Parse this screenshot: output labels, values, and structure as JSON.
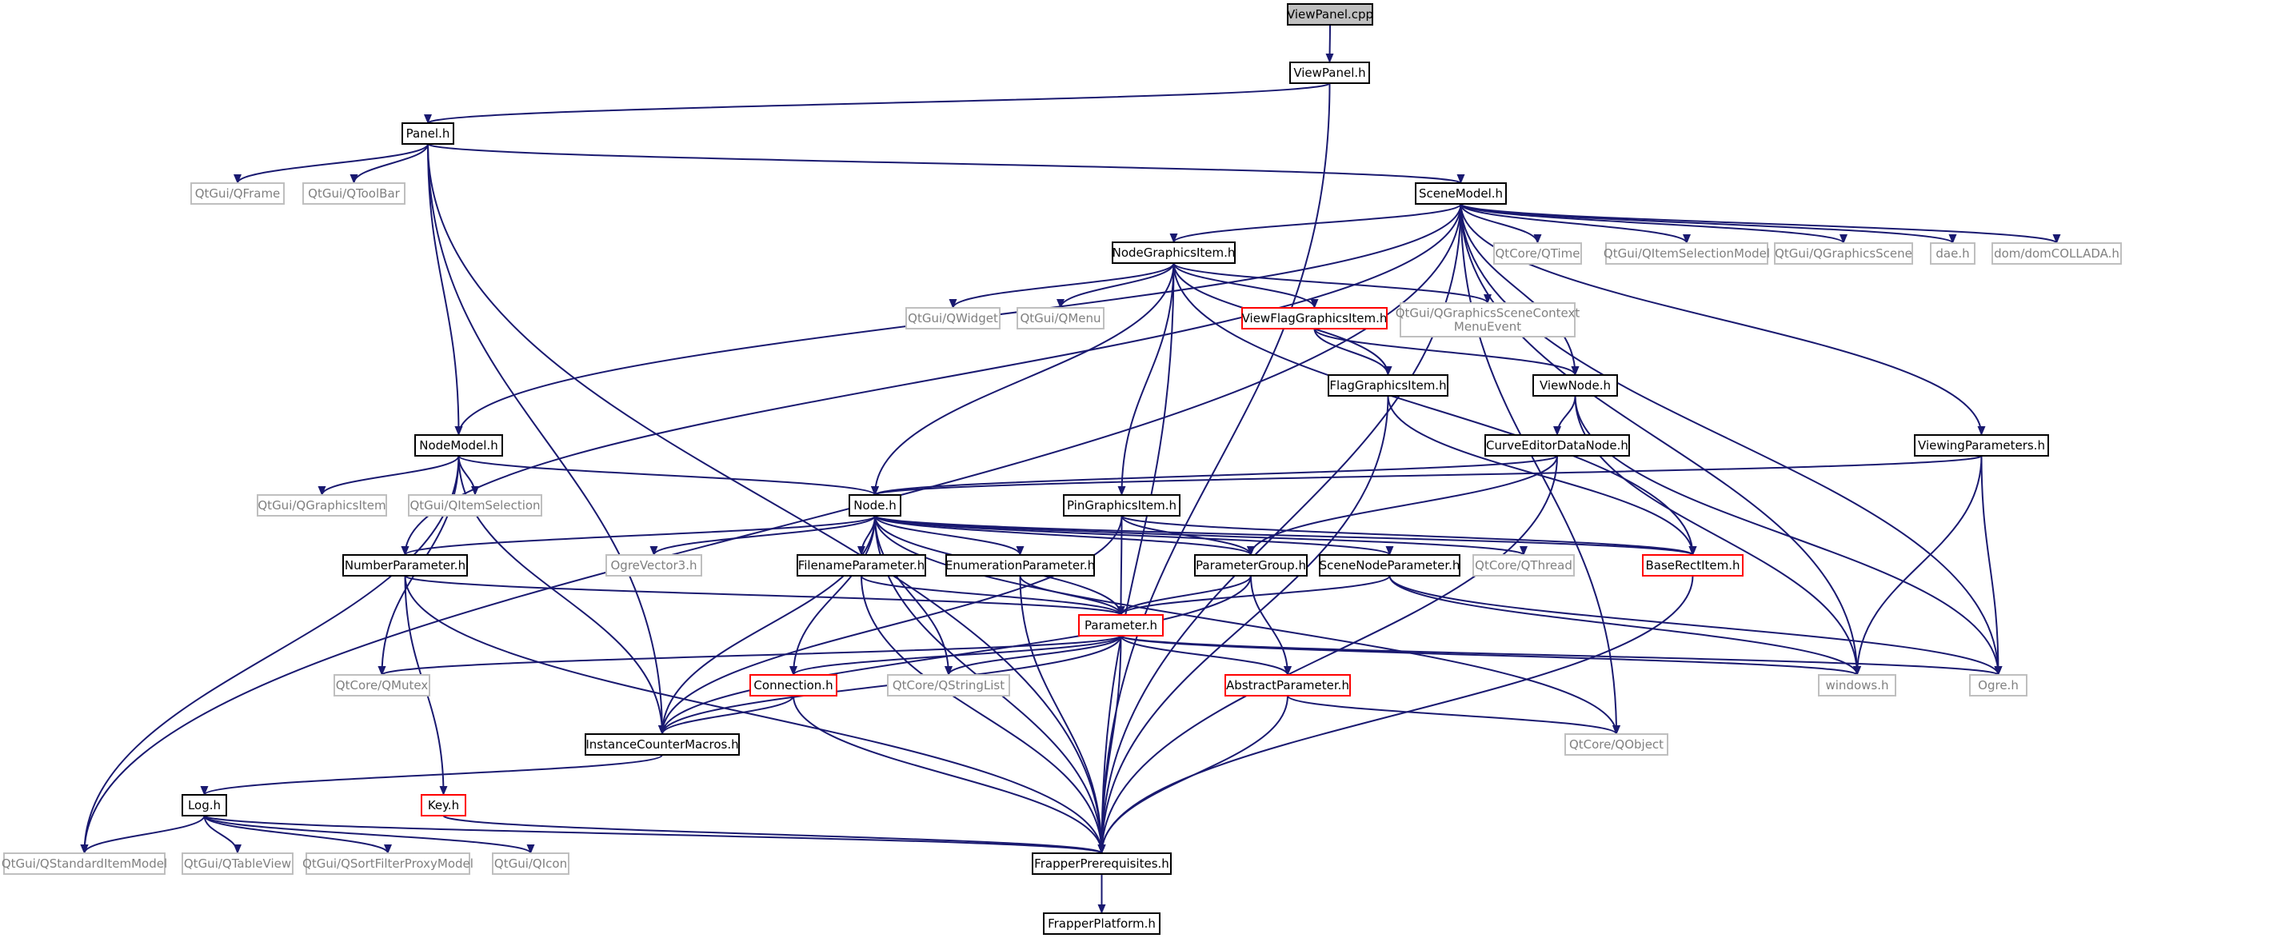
{
  "diagram": {
    "colors": {
      "edge": "#191970",
      "border_normal": "#000000",
      "border_truncated": "#ff0000",
      "border_external": "#bfbfbf",
      "text_normal": "#000000",
      "text_external": "#808080",
      "root_fill": "#bfbfbf"
    },
    "nodes": [
      {
        "id": "ViewPanel_cpp",
        "lines": [
          "ViewPanel.cpp"
        ],
        "kind": "root"
      },
      {
        "id": "ViewPanel_h",
        "lines": [
          "ViewPanel.h"
        ],
        "kind": "normal"
      },
      {
        "id": "Panel_h",
        "lines": [
          "Panel.h"
        ],
        "kind": "normal"
      },
      {
        "id": "QFrame",
        "lines": [
          "QtGui/QFrame"
        ],
        "kind": "external"
      },
      {
        "id": "QToolBar",
        "lines": [
          "QtGui/QToolBar"
        ],
        "kind": "external"
      },
      {
        "id": "SceneModel_h",
        "lines": [
          "SceneModel.h"
        ],
        "kind": "normal"
      },
      {
        "id": "NodeGraphicsItem_h",
        "lines": [
          "NodeGraphicsItem.h"
        ],
        "kind": "normal"
      },
      {
        "id": "QTime",
        "lines": [
          "QtCore/QTime"
        ],
        "kind": "external"
      },
      {
        "id": "QItemSelectionModel",
        "lines": [
          "QtGui/QItemSelectionModel"
        ],
        "kind": "external"
      },
      {
        "id": "QGraphicsScene",
        "lines": [
          "QtGui/QGraphicsScene"
        ],
        "kind": "external"
      },
      {
        "id": "dae_h",
        "lines": [
          "dae.h"
        ],
        "kind": "external"
      },
      {
        "id": "domCOLLADA",
        "lines": [
          "dom/domCOLLADA.h"
        ],
        "kind": "external"
      },
      {
        "id": "QWidget",
        "lines": [
          "QtGui/QWidget"
        ],
        "kind": "external"
      },
      {
        "id": "QMenu",
        "lines": [
          "QtGui/QMenu"
        ],
        "kind": "external"
      },
      {
        "id": "ViewFlagGraphicsItem_h",
        "lines": [
          "ViewFlagGraphicsItem.h"
        ],
        "kind": "truncated"
      },
      {
        "id": "QGraphicsSceneContextMenuEvent",
        "lines": [
          "QtGui/QGraphicsSceneContext",
          "MenuEvent"
        ],
        "kind": "external"
      },
      {
        "id": "FlagGraphicsItem_h",
        "lines": [
          "FlagGraphicsItem.h"
        ],
        "kind": "normal"
      },
      {
        "id": "ViewNode_h",
        "lines": [
          "ViewNode.h"
        ],
        "kind": "normal"
      },
      {
        "id": "NodeModel_h",
        "lines": [
          "NodeModel.h"
        ],
        "kind": "normal"
      },
      {
        "id": "CurveEditorDataNode_h",
        "lines": [
          "CurveEditorDataNode.h"
        ],
        "kind": "normal"
      },
      {
        "id": "ViewingParameters_h",
        "lines": [
          "ViewingParameters.h"
        ],
        "kind": "normal"
      },
      {
        "id": "QGraphicsItem",
        "lines": [
          "QtGui/QGraphicsItem"
        ],
        "kind": "external"
      },
      {
        "id": "QItemSelection",
        "lines": [
          "QtGui/QItemSelection"
        ],
        "kind": "external"
      },
      {
        "id": "Node_h",
        "lines": [
          "Node.h"
        ],
        "kind": "normal"
      },
      {
        "id": "PinGraphicsItem_h",
        "lines": [
          "PinGraphicsItem.h"
        ],
        "kind": "normal"
      },
      {
        "id": "NumberParameter_h",
        "lines": [
          "NumberParameter.h"
        ],
        "kind": "normal"
      },
      {
        "id": "OgreVector3_h",
        "lines": [
          "OgreVector3.h"
        ],
        "kind": "external"
      },
      {
        "id": "FilenameParameter_h",
        "lines": [
          "FilenameParameter.h"
        ],
        "kind": "normal"
      },
      {
        "id": "EnumerationParameter_h",
        "lines": [
          "EnumerationParameter.h"
        ],
        "kind": "normal"
      },
      {
        "id": "ParameterGroup_h",
        "lines": [
          "ParameterGroup.h"
        ],
        "kind": "normal"
      },
      {
        "id": "SceneNodeParameter_h",
        "lines": [
          "SceneNodeParameter.h"
        ],
        "kind": "normal"
      },
      {
        "id": "QThread",
        "lines": [
          "QtCore/QThread"
        ],
        "kind": "external"
      },
      {
        "id": "BaseRectItem_h",
        "lines": [
          "BaseRectItem.h"
        ],
        "kind": "truncated"
      },
      {
        "id": "Parameter_h",
        "lines": [
          "Parameter.h"
        ],
        "kind": "truncated"
      },
      {
        "id": "QMutex",
        "lines": [
          "QtCore/QMutex"
        ],
        "kind": "external"
      },
      {
        "id": "Connection_h",
        "lines": [
          "Connection.h"
        ],
        "kind": "truncated"
      },
      {
        "id": "QStringList",
        "lines": [
          "QtCore/QStringList"
        ],
        "kind": "external"
      },
      {
        "id": "AbstractParameter_h",
        "lines": [
          "AbstractParameter.h"
        ],
        "kind": "truncated"
      },
      {
        "id": "windows_h",
        "lines": [
          "windows.h"
        ],
        "kind": "external"
      },
      {
        "id": "Ogre_h",
        "lines": [
          "Ogre.h"
        ],
        "kind": "external"
      },
      {
        "id": "InstanceCounterMacros_h",
        "lines": [
          "InstanceCounterMacros.h"
        ],
        "kind": "normal"
      },
      {
        "id": "QObject",
        "lines": [
          "QtCore/QObject"
        ],
        "kind": "external"
      },
      {
        "id": "Log_h",
        "lines": [
          "Log.h"
        ],
        "kind": "normal"
      },
      {
        "id": "Key_h",
        "lines": [
          "Key.h"
        ],
        "kind": "truncated"
      },
      {
        "id": "QStandardItemModel",
        "lines": [
          "QtGui/QStandardItemModel"
        ],
        "kind": "external"
      },
      {
        "id": "QTableView",
        "lines": [
          "QtGui/QTableView"
        ],
        "kind": "external"
      },
      {
        "id": "QSortFilterProxyModel",
        "lines": [
          "QtGui/QSortFilterProxyModel"
        ],
        "kind": "external"
      },
      {
        "id": "QIcon",
        "lines": [
          "QtGui/QIcon"
        ],
        "kind": "external"
      },
      {
        "id": "FrapperPrerequisites_h",
        "lines": [
          "FrapperPrerequisites.h"
        ],
        "kind": "normal"
      },
      {
        "id": "FrapperPlatform_h",
        "lines": [
          "FrapperPlatform.h"
        ],
        "kind": "normal"
      }
    ],
    "edges": [
      [
        "ViewPanel_cpp",
        "ViewPanel_h"
      ],
      [
        "ViewPanel_h",
        "Panel_h"
      ],
      [
        "ViewPanel_h",
        "FrapperPrerequisites_h"
      ],
      [
        "Panel_h",
        "QFrame"
      ],
      [
        "Panel_h",
        "QToolBar"
      ],
      [
        "Panel_h",
        "SceneModel_h"
      ],
      [
        "Panel_h",
        "NodeModel_h"
      ],
      [
        "Panel_h",
        "InstanceCounterMacros_h"
      ],
      [
        "Panel_h",
        "FrapperPrerequisites_h"
      ],
      [
        "SceneModel_h",
        "NodeGraphicsItem_h"
      ],
      [
        "SceneModel_h",
        "QTime"
      ],
      [
        "SceneModel_h",
        "QItemSelectionModel"
      ],
      [
        "SceneModel_h",
        "QGraphicsScene"
      ],
      [
        "SceneModel_h",
        "dae_h"
      ],
      [
        "SceneModel_h",
        "domCOLLADA"
      ],
      [
        "SceneModel_h",
        "NodeModel_h"
      ],
      [
        "SceneModel_h",
        "ViewNode_h"
      ],
      [
        "SceneModel_h",
        "ViewingParameters_h"
      ],
      [
        "SceneModel_h",
        "NumberParameter_h"
      ],
      [
        "SceneModel_h",
        "windows_h"
      ],
      [
        "SceneModel_h",
        "Ogre_h"
      ],
      [
        "SceneModel_h",
        "QObject"
      ],
      [
        "SceneModel_h",
        "QStandardItemModel"
      ],
      [
        "SceneModel_h",
        "FrapperPrerequisites_h"
      ],
      [
        "NodeGraphicsItem_h",
        "QWidget"
      ],
      [
        "NodeGraphicsItem_h",
        "QMenu"
      ],
      [
        "NodeGraphicsItem_h",
        "ViewFlagGraphicsItem_h"
      ],
      [
        "NodeGraphicsItem_h",
        "QGraphicsSceneContextMenuEvent"
      ],
      [
        "NodeGraphicsItem_h",
        "FlagGraphicsItem_h"
      ],
      [
        "NodeGraphicsItem_h",
        "Node_h"
      ],
      [
        "NodeGraphicsItem_h",
        "PinGraphicsItem_h"
      ],
      [
        "NodeGraphicsItem_h",
        "BaseRectItem_h"
      ],
      [
        "NodeGraphicsItem_h",
        "FrapperPrerequisites_h"
      ],
      [
        "ViewFlagGraphicsItem_h",
        "FlagGraphicsItem_h"
      ],
      [
        "ViewFlagGraphicsItem_h",
        "ViewNode_h"
      ],
      [
        "FlagGraphicsItem_h",
        "BaseRectItem_h"
      ],
      [
        "FlagGraphicsItem_h",
        "FrapperPrerequisites_h"
      ],
      [
        "ViewNode_h",
        "CurveEditorDataNode_h"
      ],
      [
        "ViewNode_h",
        "windows_h"
      ],
      [
        "ViewNode_h",
        "Ogre_h"
      ],
      [
        "CurveEditorDataNode_h",
        "Node_h"
      ],
      [
        "CurveEditorDataNode_h",
        "ParameterGroup_h"
      ],
      [
        "CurveEditorDataNode_h",
        "FrapperPrerequisites_h"
      ],
      [
        "ViewingParameters_h",
        "Node_h"
      ],
      [
        "ViewingParameters_h",
        "windows_h"
      ],
      [
        "ViewingParameters_h",
        "Ogre_h"
      ],
      [
        "NodeModel_h",
        "QGraphicsItem"
      ],
      [
        "NodeModel_h",
        "QItemSelection"
      ],
      [
        "NodeModel_h",
        "Node_h"
      ],
      [
        "NodeModel_h",
        "QMutex"
      ],
      [
        "NodeModel_h",
        "InstanceCounterMacros_h"
      ],
      [
        "NodeModel_h",
        "QStandardItemModel"
      ],
      [
        "Node_h",
        "NumberParameter_h"
      ],
      [
        "Node_h",
        "OgreVector3_h"
      ],
      [
        "Node_h",
        "FilenameParameter_h"
      ],
      [
        "Node_h",
        "EnumerationParameter_h"
      ],
      [
        "Node_h",
        "ParameterGroup_h"
      ],
      [
        "Node_h",
        "SceneNodeParameter_h"
      ],
      [
        "Node_h",
        "QThread"
      ],
      [
        "Node_h",
        "BaseRectItem_h"
      ],
      [
        "Node_h",
        "Parameter_h"
      ],
      [
        "Node_h",
        "Connection_h"
      ],
      [
        "Node_h",
        "QStringList"
      ],
      [
        "Node_h",
        "InstanceCounterMacros_h"
      ],
      [
        "Node_h",
        "QObject"
      ],
      [
        "Node_h",
        "FrapperPrerequisites_h"
      ],
      [
        "PinGraphicsItem_h",
        "Parameter_h"
      ],
      [
        "PinGraphicsItem_h",
        "ParameterGroup_h"
      ],
      [
        "PinGraphicsItem_h",
        "BaseRectItem_h"
      ],
      [
        "PinGraphicsItem_h",
        "InstanceCounterMacros_h"
      ],
      [
        "NumberParameter_h",
        "Parameter_h"
      ],
      [
        "NumberParameter_h",
        "Key_h"
      ],
      [
        "NumberParameter_h",
        "FrapperPrerequisites_h"
      ],
      [
        "FilenameParameter_h",
        "Parameter_h"
      ],
      [
        "FilenameParameter_h",
        "FrapperPrerequisites_h"
      ],
      [
        "EnumerationParameter_h",
        "Parameter_h"
      ],
      [
        "EnumerationParameter_h",
        "FrapperPrerequisites_h"
      ],
      [
        "ParameterGroup_h",
        "Parameter_h"
      ],
      [
        "ParameterGroup_h",
        "AbstractParameter_h"
      ],
      [
        "ParameterGroup_h",
        "InstanceCounterMacros_h"
      ],
      [
        "SceneNodeParameter_h",
        "Parameter_h"
      ],
      [
        "SceneNodeParameter_h",
        "windows_h"
      ],
      [
        "SceneNodeParameter_h",
        "Ogre_h"
      ],
      [
        "BaseRectItem_h",
        "FrapperPrerequisites_h"
      ],
      [
        "Parameter_h",
        "AbstractParameter_h"
      ],
      [
        "Parameter_h",
        "QMutex"
      ],
      [
        "Parameter_h",
        "Connection_h"
      ],
      [
        "Parameter_h",
        "QStringList"
      ],
      [
        "Parameter_h",
        "windows_h"
      ],
      [
        "Parameter_h",
        "Ogre_h"
      ],
      [
        "Parameter_h",
        "InstanceCounterMacros_h"
      ],
      [
        "Parameter_h",
        "FrapperPrerequisites_h"
      ],
      [
        "AbstractParameter_h",
        "QObject"
      ],
      [
        "AbstractParameter_h",
        "FrapperPrerequisites_h"
      ],
      [
        "Connection_h",
        "InstanceCounterMacros_h"
      ],
      [
        "Connection_h",
        "FrapperPrerequisites_h"
      ],
      [
        "InstanceCounterMacros_h",
        "Log_h"
      ],
      [
        "Log_h",
        "QStandardItemModel"
      ],
      [
        "Log_h",
        "QTableView"
      ],
      [
        "Log_h",
        "QSortFilterProxyModel"
      ],
      [
        "Log_h",
        "QIcon"
      ],
      [
        "Log_h",
        "FrapperPrerequisites_h"
      ],
      [
        "Key_h",
        "FrapperPrerequisites_h"
      ],
      [
        "FrapperPrerequisites_h",
        "FrapperPlatform_h"
      ]
    ]
  }
}
